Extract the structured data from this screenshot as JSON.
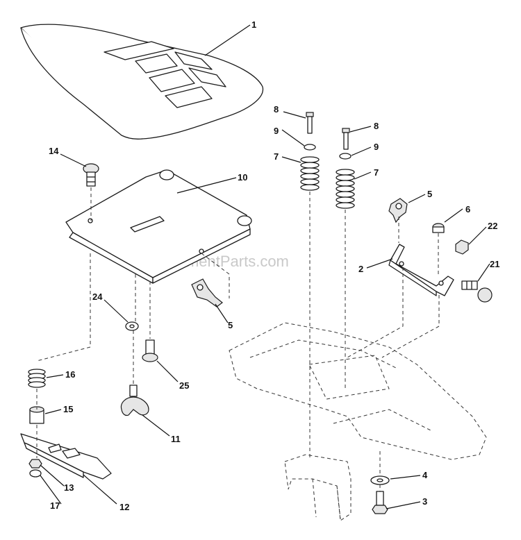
{
  "watermark": "eReplacementParts.com",
  "callouts": {
    "c1": "1",
    "c2": "2",
    "c3": "3",
    "c4": "4",
    "c5a": "5",
    "c5b": "5",
    "c6": "6",
    "c7a": "7",
    "c7b": "7",
    "c8a": "8",
    "c8b": "8",
    "c9a": "9",
    "c9b": "9",
    "c10": "10",
    "c11": "11",
    "c12": "12",
    "c13": "13",
    "c14": "14",
    "c15": "15",
    "c16": "16",
    "c17": "17",
    "c21": "21",
    "c22": "22",
    "c24": "24",
    "c25": "25"
  }
}
